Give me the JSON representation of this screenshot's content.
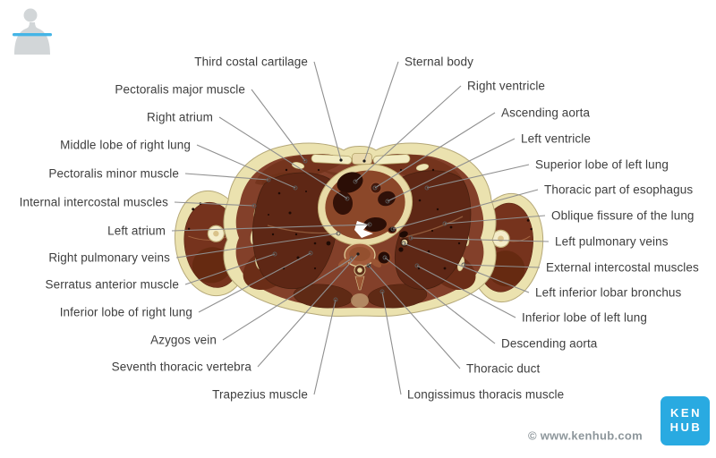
{
  "page": {
    "background": "#ffffff"
  },
  "section_indicator": {
    "icon": "torso-silhouette-with-section-level-line",
    "silhouette_color": "#d2d6d8",
    "line_color": "#45b5e6"
  },
  "labels": {
    "left": [
      "Third costal cartilage",
      "Pectoralis major muscle",
      "Right atrium",
      "Middle lobe of right lung",
      "Pectoralis minor muscle",
      "Internal intercostal muscles",
      "Left atrium",
      "Right pulmonary veins",
      "Serratus anterior muscle",
      "Inferior lobe of right lung",
      "Azygos vein",
      "Seventh thoracic vertebra",
      "Trapezius muscle"
    ],
    "right": [
      "Sternal body",
      "Right ventricle",
      "Ascending aorta",
      "Left ventricle",
      "Superior lobe of left lung",
      "Thoracic part of esophagus",
      "Oblique fissure of the lung",
      "Left pulmonary veins",
      "External intercostal muscles",
      "Left inferior lobar bronchus",
      "Inferior lobe of left lung",
      "Descending aorta",
      "Thoracic duct",
      "Longissimus thoracis muscle"
    ]
  },
  "figure": {
    "palette": {
      "fat": "#ebe2af",
      "muscle": "#83402a",
      "deep_muscle": "#5f2a15",
      "lung": "#5e2715",
      "heart_wall": "#8b4729",
      "chamber": "#2b0e06",
      "bone": "#f2ecc3",
      "leader_line": "#8f8f8f",
      "label_text": "#3e3e3e"
    }
  },
  "watermark": {
    "copyright": "© www.kenhub.com",
    "color": "#8d969b"
  },
  "logo": {
    "line1": "KEN",
    "line2": "HUB",
    "background": "#29aae1",
    "text_color": "#ffffff"
  }
}
